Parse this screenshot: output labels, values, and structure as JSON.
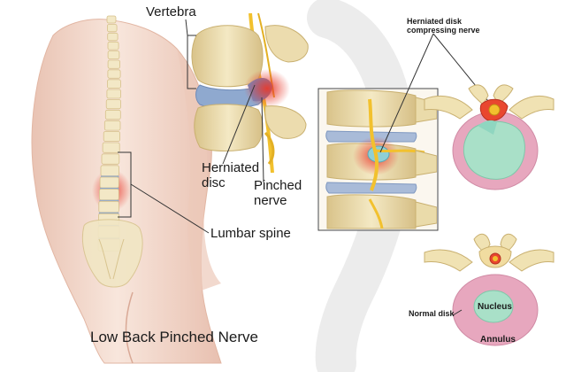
{
  "labels": {
    "vertebra": "Vertebra",
    "herniated_disc_line1": "Herniated",
    "herniated_disc_line2": "disc",
    "pinched_nerve_line1": "Pinched",
    "pinched_nerve_line2": "nerve",
    "lumbar_spine": "Lumbar spine",
    "herniated_compressing_line1": "Herniated disk",
    "herniated_compressing_line2": "compressing nerve",
    "normal_disk": "Normal disk",
    "nucleus": "Nucleus",
    "annulus": "Annulus",
    "caption": "Low Back Pinched Nerve"
  },
  "colors": {
    "skin": "#f3dcd0",
    "bone": "#efe2b6",
    "disc_blue": "#8fa9cf",
    "inflammation": "#e0392b",
    "nerve": "#f2c12e",
    "annulus": "#e7a7be",
    "nucleus": "#a9e0c8"
  }
}
